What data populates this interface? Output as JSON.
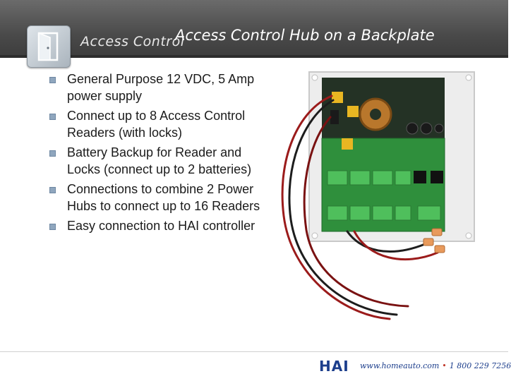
{
  "header": {
    "section_title": "Access Control",
    "slide_title": "Access Control Hub on a Backplate"
  },
  "bullets": [
    "General Purpose 12 VDC, 5 Amp power supply",
    "Connect up to 8 Access Control Readers (with locks)",
    "Battery Backup for Reader and Locks (connect up to 2 batteries)",
    "Connections to combine 2 Power Hubs to connect up to 16 Readers",
    "Easy connection to HAI controller"
  ],
  "footer": {
    "brand": "HAI",
    "website": "www.homeauto.com",
    "phone": "1 800 229 7256"
  },
  "colors": {
    "header_bg": "#4a4a4a",
    "bullet_marker": "#8fa6be",
    "brand_blue": "#1c3e8c",
    "board_green": "#2f8f3c"
  }
}
